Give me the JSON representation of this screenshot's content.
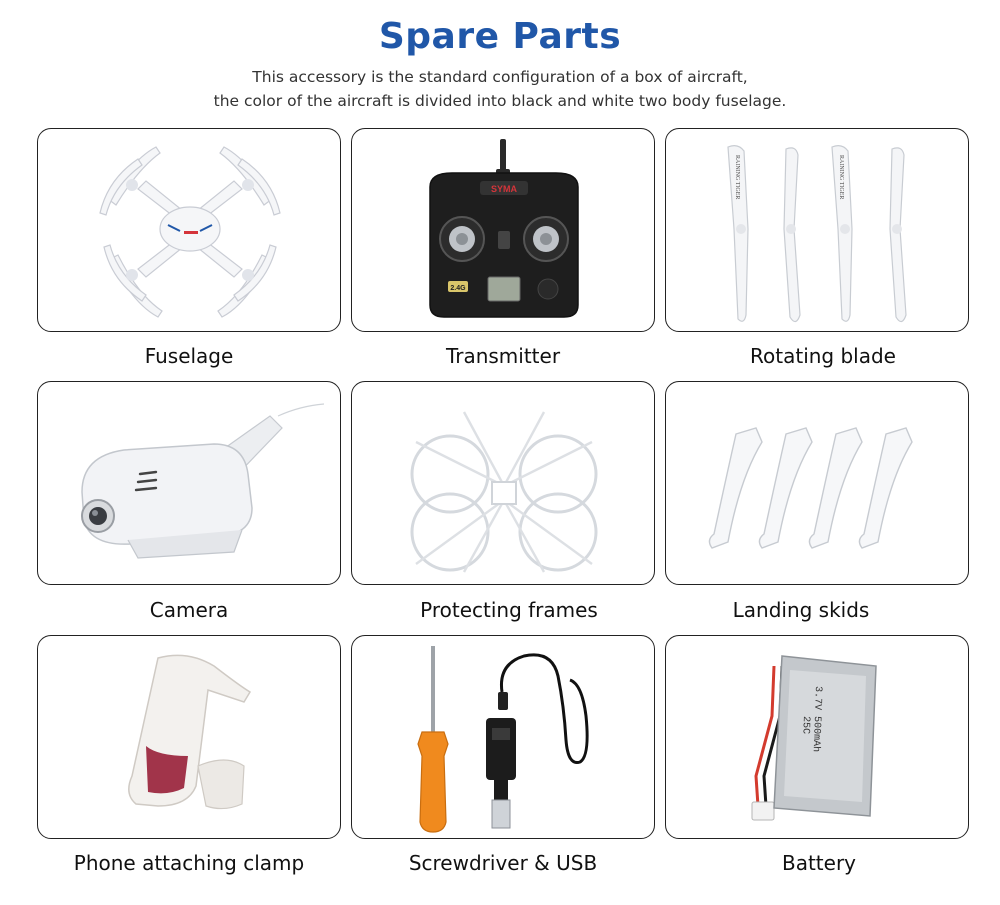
{
  "header": {
    "title": "Spare Parts",
    "subtitle_line1": "This accessory is the standard configuration of a box of aircraft,",
    "subtitle_line2": "the color of the aircraft is divided into black and white two body fuselage."
  },
  "parts": [
    {
      "label": "Fuselage",
      "image": "quadcopter-drone"
    },
    {
      "label": "Transmitter",
      "image": "remote-controller"
    },
    {
      "label": "Rotating blade",
      "image": "propeller-blades"
    },
    {
      "label": "Camera",
      "image": "camera-module"
    },
    {
      "label": "Protecting frames",
      "image": "propeller-guard"
    },
    {
      "label": "Landing skids",
      "image": "landing-legs"
    },
    {
      "label": "Phone attaching clamp",
      "image": "phone-clamp"
    },
    {
      "label": "Screwdriver & USB",
      "image": "screwdriver-usb-cable"
    },
    {
      "label": "Battery",
      "image": "lipo-battery"
    }
  ],
  "product_text": {
    "transmitter_badge": "2.4G",
    "transmitter_brand": "SYMA",
    "blade_text": "RAINING TIGER",
    "battery_text": [
      "3.7V 500mAh",
      "25C"
    ]
  },
  "colors": {
    "title": "#2057a8",
    "card_border": "#222222"
  }
}
